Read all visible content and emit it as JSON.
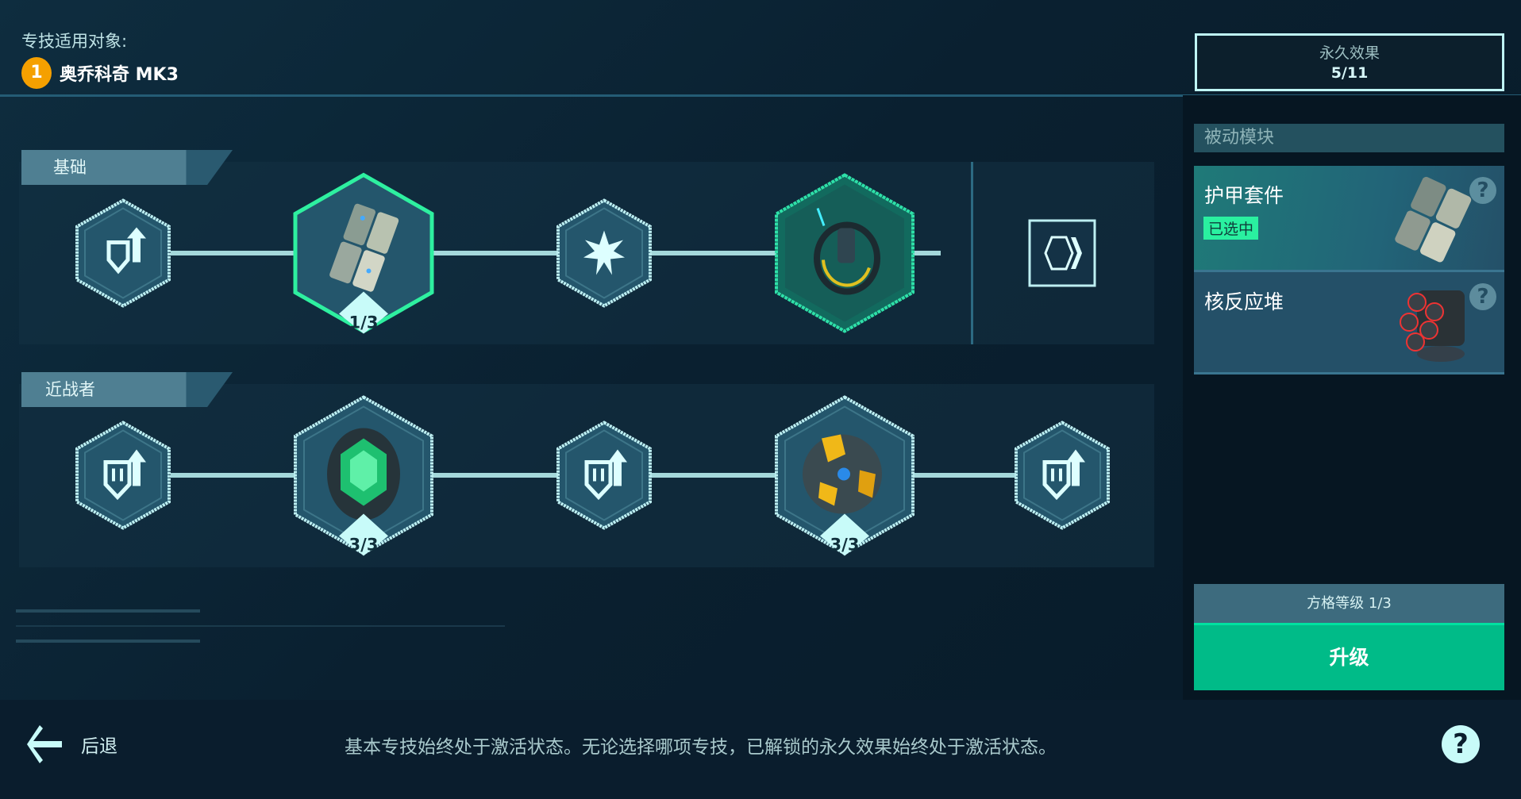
{
  "header": {
    "label": "专技适用对象:",
    "badge": "1",
    "mech": "奥乔科奇 MK3"
  },
  "permanent": {
    "title": "永久效果",
    "value": "5/11"
  },
  "rows": [
    {
      "label": "基础",
      "nodes": [
        {
          "icon": "shield-upgrade-icon"
        },
        {
          "icon": "armor-kit-module",
          "level": "1/3",
          "selected": true
        },
        {
          "icon": "starburst-icon"
        },
        {
          "icon": "ring-module",
          "active": true
        },
        {
          "icon": "hexagon-slot-icon"
        }
      ]
    },
    {
      "label": "近战者",
      "nodes": [
        {
          "icon": "melee-shield-upgrade-icon"
        },
        {
          "icon": "green-core-module",
          "level": "3/3"
        },
        {
          "icon": "melee-shield-upgrade-icon"
        },
        {
          "icon": "yellow-reactor-module",
          "level": "3/3"
        },
        {
          "icon": "melee-shield-upgrade-icon"
        }
      ]
    }
  ],
  "passive": {
    "title": "被动模块",
    "items": [
      {
        "name": "护甲套件",
        "status": "已选中"
      },
      {
        "name": "核反应堆"
      }
    ]
  },
  "level": "方格等级 1/3",
  "upgrade": "升级",
  "footer": {
    "back": "后退",
    "description": "基本专技始终处于激活状态。无论选择哪项专技，已解锁的永久效果始终处于激活状态。",
    "help": "?"
  },
  "colors": {
    "accent": "#00bb88",
    "selected": "#2af0a0",
    "badge": "#f5a000"
  }
}
